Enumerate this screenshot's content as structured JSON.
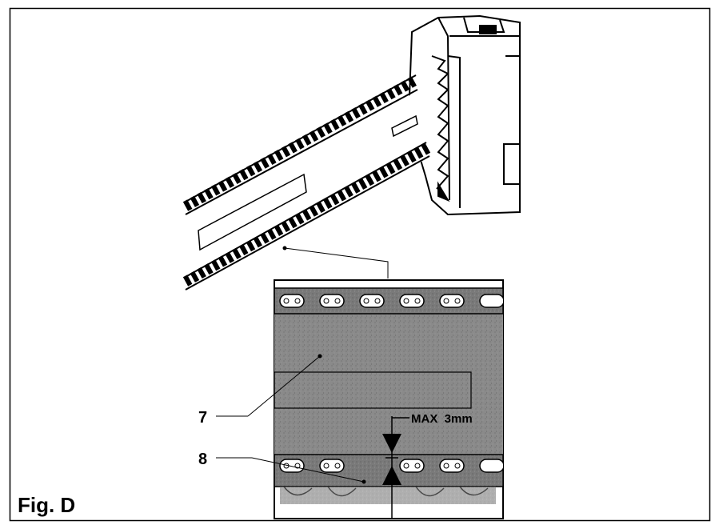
{
  "figure": {
    "caption": "Fig. D",
    "callouts": {
      "bar": "7",
      "chain": "8"
    },
    "measurement": "MAX  3mm"
  },
  "colors": {
    "line": "#000000",
    "background": "#ffffff",
    "bar_fill": "#8a8a8a",
    "chain_fill": "#7a7a7a",
    "speckle": "#5c5c5c"
  }
}
